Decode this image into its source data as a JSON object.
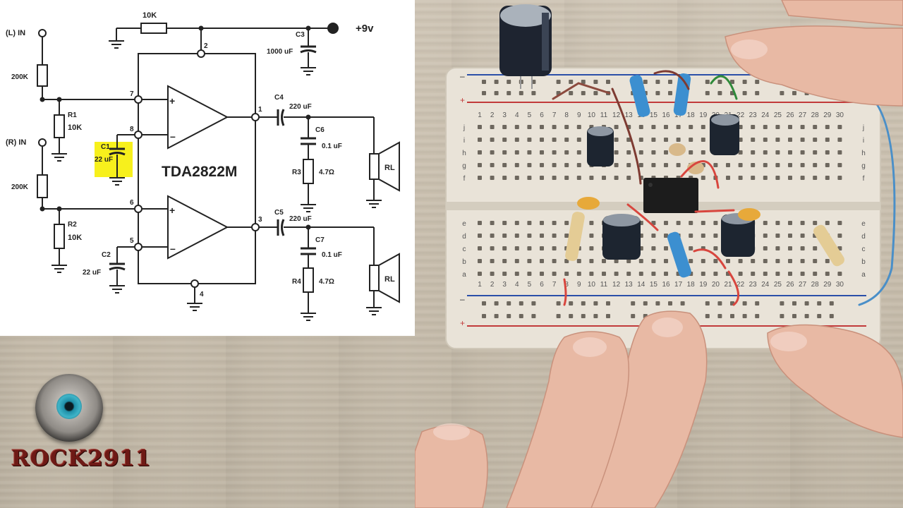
{
  "schematic": {
    "ic_name": "TDA2822M",
    "supply": "+9v",
    "inputs": {
      "left": "(L) IN",
      "right": "(R) IN"
    },
    "top_resistor": "10K",
    "input_resistors": [
      "200K",
      "200K"
    ],
    "components": {
      "R1": {
        "name": "R1",
        "value": "10K"
      },
      "R2": {
        "name": "R2",
        "value": "10K"
      },
      "R3": {
        "name": "R3",
        "value": "4.7Ω"
      },
      "R4": {
        "name": "R4",
        "value": "4.7Ω"
      },
      "C1": {
        "name": "C1",
        "value": "22 uF",
        "highlight": "#f7f01c"
      },
      "C2": {
        "name": "C2",
        "value": "22 uF"
      },
      "C3": {
        "name": "C3",
        "value": "1000 uF"
      },
      "C4": {
        "name": "C4",
        "value": "220 uF"
      },
      "C5": {
        "name": "C5",
        "value": "220 uF"
      },
      "C6": {
        "name": "C6",
        "value": "0.1 uF"
      },
      "C7": {
        "name": "C7",
        "value": "0.1 uF"
      }
    },
    "pins": [
      "1",
      "2",
      "3",
      "4",
      "5",
      "6",
      "7",
      "8"
    ],
    "opamp_signs": {
      "plus": "+",
      "minus": "–"
    },
    "load": "RL"
  },
  "breadboard": {
    "column_numbers": [
      "1",
      "2",
      "3",
      "4",
      "5",
      "6",
      "7",
      "8",
      "9",
      "10",
      "11",
      "12",
      "13",
      "14",
      "15",
      "16",
      "17",
      "18",
      "19",
      "20",
      "21",
      "22",
      "23",
      "24",
      "25",
      "26",
      "27",
      "28",
      "29",
      "30"
    ],
    "row_letters_top": [
      "j",
      "i",
      "h",
      "g",
      "f"
    ],
    "row_letters_bottom": [
      "e",
      "d",
      "c",
      "b",
      "a"
    ],
    "rail_signs": {
      "minus": "–",
      "plus": "+"
    },
    "colors": {
      "rail_blue": "#2b4fa8",
      "rail_red": "#c23a3a",
      "board": "#ece6dc"
    }
  },
  "logo": {
    "text": "ROCK2911",
    "text_color": "#6e1a16",
    "iris_color": "#2ea6bd"
  }
}
